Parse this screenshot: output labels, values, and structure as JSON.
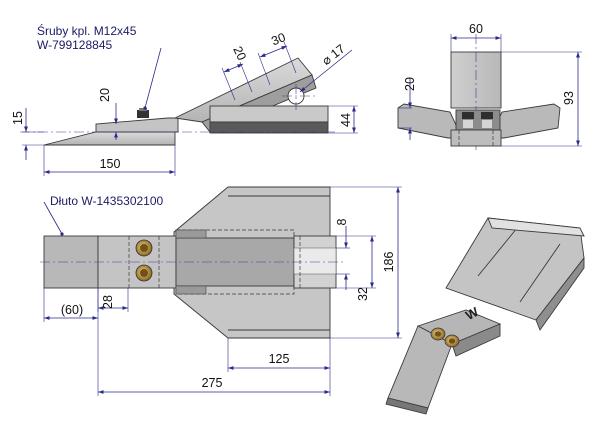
{
  "labels": {
    "screws_title": "Śruby kpl. M12x45",
    "screws_code": "W-799128845",
    "chisel_label": "Dłuto W-1435302100"
  },
  "dimensions": {
    "side_20_top": "20",
    "side_30": "30",
    "side_dia17": "⌀ 17",
    "side_15": "15",
    "side_20_left": "20",
    "side_44": "44",
    "side_150": "150",
    "front_60": "60",
    "front_20": "20",
    "front_93": "93",
    "plan_8": "8",
    "plan_186": "186",
    "plan_32": "32",
    "plan_28": "28",
    "plan_60": "(60)",
    "plan_125": "125",
    "plan_275": "275"
  },
  "iso": {
    "mark": "W"
  },
  "colors": {
    "metal_light": "#c9c9c9",
    "metal_mid": "#a9a9a9",
    "metal_dark": "#5a5a5a",
    "dim_line": "#2a2a8a",
    "text": "#1b1b66",
    "bolt_gold": "#c8a040"
  }
}
